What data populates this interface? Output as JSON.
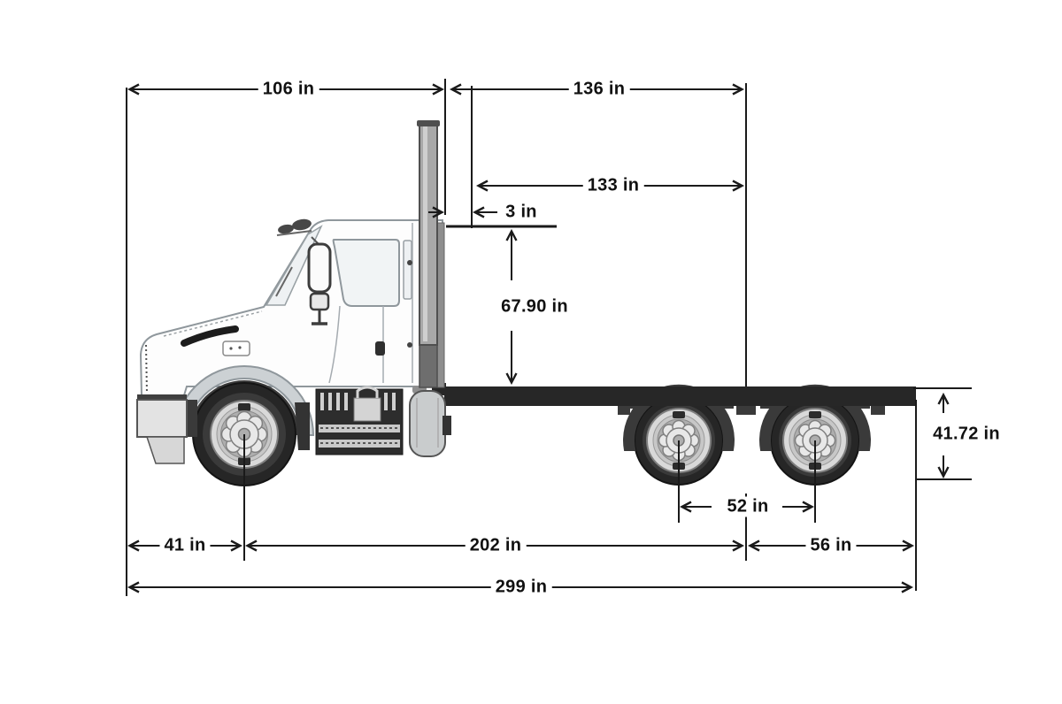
{
  "diagram": {
    "unit": "in",
    "dimensions": {
      "bumper_to_back_of_cab": {
        "label": "106 in"
      },
      "back_of_cab_to_tandem_center": {
        "label": "136 in"
      },
      "body_space_to_tandem_center": {
        "label": "133 in"
      },
      "cab_to_body_gap": {
        "label": "3 in"
      },
      "frame_top_to_cab_roof": {
        "label": "67.90 in"
      },
      "frame_height": {
        "label": "41.72 in"
      },
      "tandem_axle_spacing": {
        "label": "52 in"
      },
      "bumper_to_front_axle": {
        "label": "41 in"
      },
      "front_axle_to_tandem_center": {
        "label": "202 in"
      },
      "tandem_center_to_frame_end": {
        "label": "56 in"
      },
      "overall_length": {
        "label": "299 in"
      }
    },
    "colors": {
      "background": "#ffffff",
      "dimension_lines": "#1a1a1a",
      "label_text": "#111111",
      "frame_rail": "#272727",
      "tires": "#262626",
      "rims": "#d9d9d9",
      "cab_outline": "#8f979c",
      "fender_shading": "#ccd1d4",
      "exhaust_stack": "#a8a8a8"
    }
  }
}
